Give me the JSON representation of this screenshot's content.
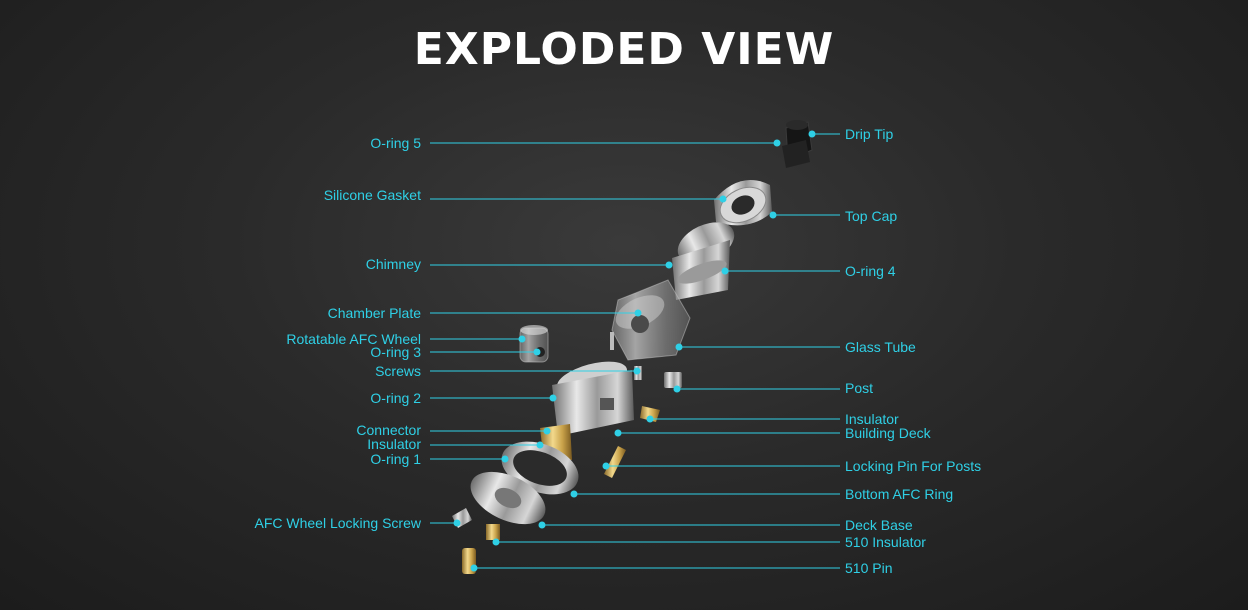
{
  "title": "EXPLODED VIEW",
  "colors": {
    "accent": "#2fd0e6",
    "background": "#262626",
    "title": "#ffffff"
  },
  "labels_left": [
    "O-ring 5",
    "Silicone Gasket",
    "Chimney",
    "Chamber Plate",
    "Rotatable AFC Wheel",
    "O-ring 3",
    "Screws",
    "O-ring 2",
    "Connector",
    "Insulator",
    "O-ring 1",
    "AFC Wheel Locking Screw"
  ],
  "labels_right": [
    "Drip Tip",
    "Top Cap",
    "O-ring 4",
    "Glass Tube",
    "Post",
    "Insulator",
    "Building Deck",
    "Locking Pin For Posts",
    "Bottom AFC Ring",
    "Deck Base",
    "510 Insulator",
    "510 Pin"
  ]
}
